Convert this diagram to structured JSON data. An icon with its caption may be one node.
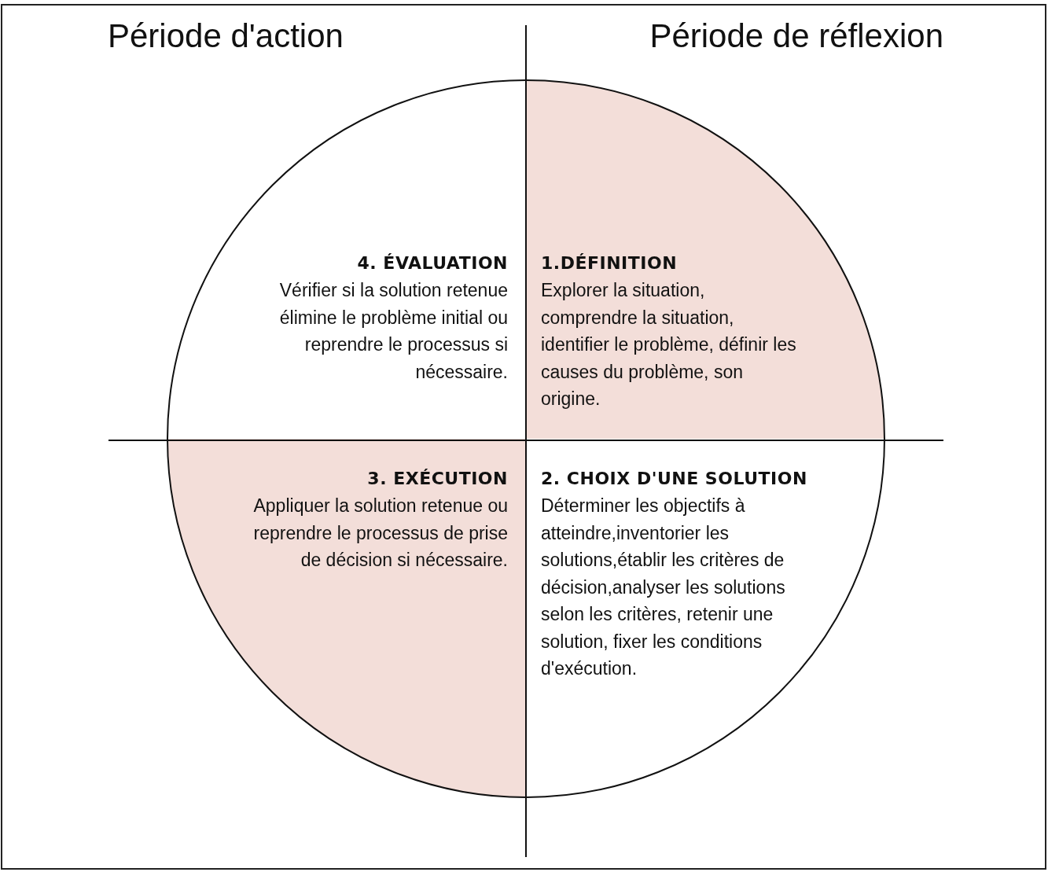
{
  "diagram": {
    "nodes": [
      {
        "text": [
          "1.DÉFINITION",
          "Explorer la situation, comprendre la situation, identifier le problème, définir les causes du problème, son origine."
        ]
      },
      {
        "text": [
          "2. CHOIX D'UNE SOLUTION",
          "Déterminer les objectifs à atteindre,inventorier les solutions,établir les critères de décision,analyser les solutions selon les critères, retenir une solution, fixer les conditions d'exécution."
        ]
      },
      {
        "text": [
          "3. EXÉCUTION",
          "Appliquer la solution retenue ou reprendre le processus de prise de décision si nécessaire."
        ]
      },
      {
        "text": [
          "4. ÉVALUATION",
          "Vérifier si la solution retenue élimine le problème initial ou reprendre le processus si nécessaire."
        ]
      }
    ],
    "labels": [
      "Période d'action",
      "Période de réflexion"
    ]
  }
}
